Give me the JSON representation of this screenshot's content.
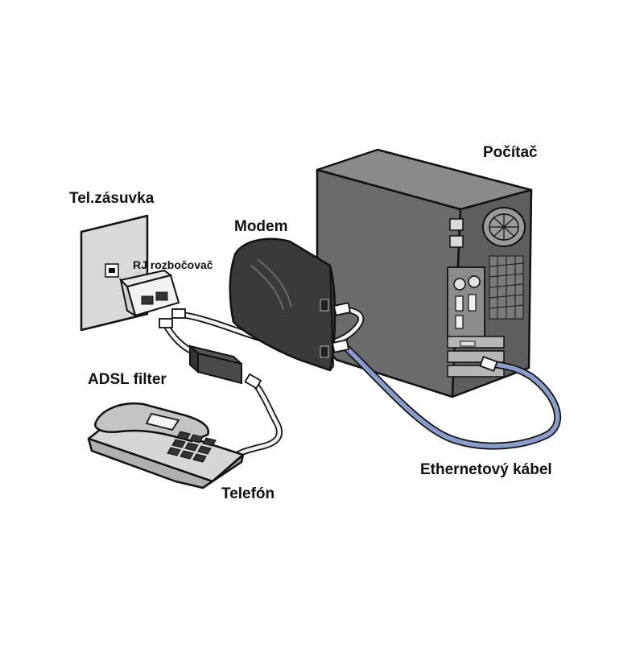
{
  "labels": {
    "computer": "Počítač",
    "wall_socket": "Tel.zásuvka",
    "modem": "Modem",
    "rj_splitter": "RJ rozbočovač",
    "adsl_filter": "ADSL filter",
    "phone": "Telefón",
    "ethernet_cable": "Ethernetový kábel"
  },
  "colors": {
    "computer_case": "#6b6b6b",
    "computer_case_dark": "#4a4a4a",
    "modem": "#3a3a3a",
    "ethernet_cable": "#8a9cc9",
    "phone_cable": "#f2f2f2",
    "wall_plate": "#d9d9d9",
    "phone_body": "#c4c4c4"
  }
}
